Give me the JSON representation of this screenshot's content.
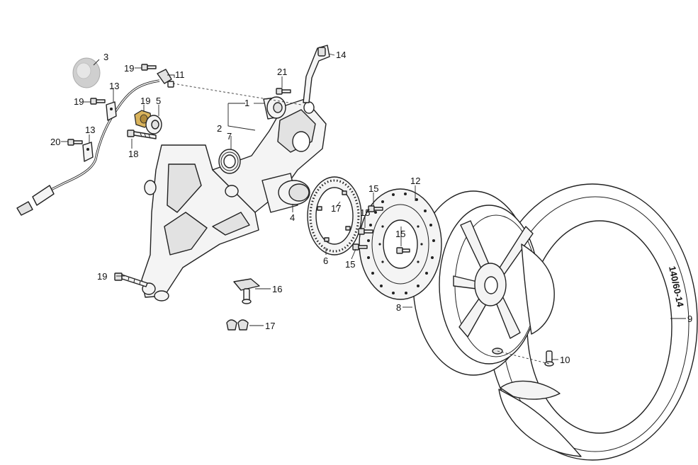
{
  "tire_size_marking": "140/60-14",
  "callouts": [
    {
      "id": "c1",
      "text": "1"
    },
    {
      "id": "c2",
      "text": "2"
    },
    {
      "id": "c3",
      "text": "3"
    },
    {
      "id": "c4",
      "text": "4"
    },
    {
      "id": "c5",
      "text": "5"
    },
    {
      "id": "c6",
      "text": "6"
    },
    {
      "id": "c7",
      "text": "7"
    },
    {
      "id": "c8",
      "text": "8"
    },
    {
      "id": "c9",
      "text": "9"
    },
    {
      "id": "c10",
      "text": "10"
    },
    {
      "id": "c11",
      "text": "11"
    },
    {
      "id": "c12",
      "text": "12"
    },
    {
      "id": "c13a",
      "text": "13"
    },
    {
      "id": "c13b",
      "text": "13"
    },
    {
      "id": "c14",
      "text": "14"
    },
    {
      "id": "c15a",
      "text": "15"
    },
    {
      "id": "c15b",
      "text": "15"
    },
    {
      "id": "c15c",
      "text": "15"
    },
    {
      "id": "c15d",
      "text": "15"
    },
    {
      "id": "c16",
      "text": "16"
    },
    {
      "id": "c17a",
      "text": "17"
    },
    {
      "id": "c17b",
      "text": "17"
    },
    {
      "id": "c18",
      "text": "18"
    },
    {
      "id": "c19a",
      "text": "19"
    },
    {
      "id": "c19b",
      "text": "19"
    },
    {
      "id": "c19c",
      "text": "19"
    },
    {
      "id": "c19d",
      "text": "19"
    },
    {
      "id": "c20",
      "text": "20"
    },
    {
      "id": "c21",
      "text": "21"
    }
  ]
}
